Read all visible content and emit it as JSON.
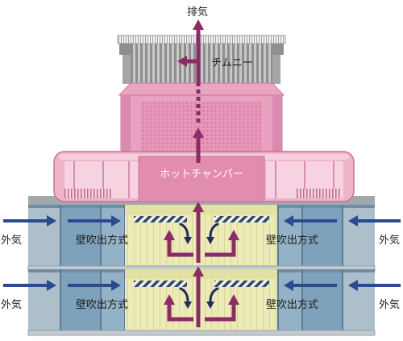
{
  "labels": {
    "exhaust": "排気",
    "chimney": "チムニー",
    "hot_chamber": "ホットチャンバー"
  },
  "floors": [
    {
      "left_outside_air": "外気",
      "left_wall_outlet": "壁吹出方式",
      "right_wall_outlet": "壁吹出方式",
      "right_outside_air": "外気"
    },
    {
      "left_outside_air": "外気",
      "left_wall_outlet": "壁吹出方式",
      "right_wall_outlet": "壁吹出方式",
      "right_outside_air": "外気"
    }
  ],
  "colors": {
    "exhaust_arrow": "#8b2c66",
    "outside_air_arrow": "#2b4a8f",
    "downdraft_arrow": "#1f2d5c",
    "hot_chamber": "#efb3ca",
    "hot_chamber_core": "#e28db0",
    "chimney": "#9a9a9a",
    "glass": "#7fa2bc",
    "floor_interior": "#eceab6"
  }
}
